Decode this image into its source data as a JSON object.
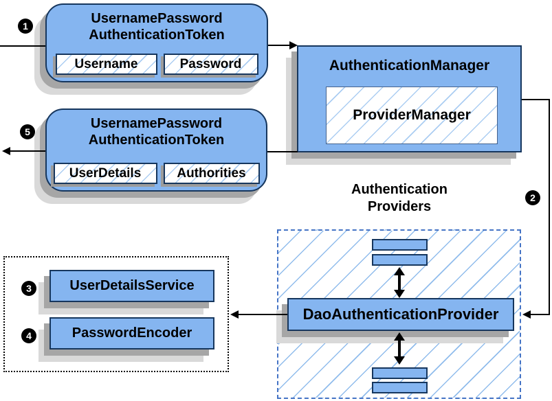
{
  "steps": [
    {
      "number": "1"
    },
    {
      "number": "2"
    },
    {
      "number": "3"
    },
    {
      "number": "4"
    },
    {
      "number": "5"
    }
  ],
  "nodes": {
    "request_token": {
      "title_line1": "UsernamePassword",
      "title_line2": "AuthenticationToken",
      "fields": [
        "Username",
        "Password"
      ]
    },
    "authentication_manager": {
      "title": "AuthenticationManager",
      "inner": "ProviderManager"
    },
    "result_token": {
      "title_line1": "UsernamePassword",
      "title_line2": "AuthenticationToken",
      "fields": [
        "UserDetails",
        "Authorities"
      ]
    },
    "providers_group": {
      "label_line1": "Authentication",
      "label_line2": "Providers"
    },
    "dao_provider": {
      "title": "DaoAuthenticationProvider"
    },
    "collaborators": {
      "items": [
        "UserDetailsService",
        "PasswordEncoder"
      ]
    }
  },
  "colors": {
    "box_fill": "#85b5f0",
    "box_border": "#16365d",
    "hatch_fine": "#abcdf2",
    "hatch_wide": "#90bcec",
    "dashed_border": "#4473c5",
    "dotted_border": "#000000",
    "shadow_dark": "#a6a6a6",
    "shadow_light": "#d9d9d9",
    "connector": "#000000",
    "badge_bg": "#000000",
    "badge_text": "#ffffff"
  }
}
